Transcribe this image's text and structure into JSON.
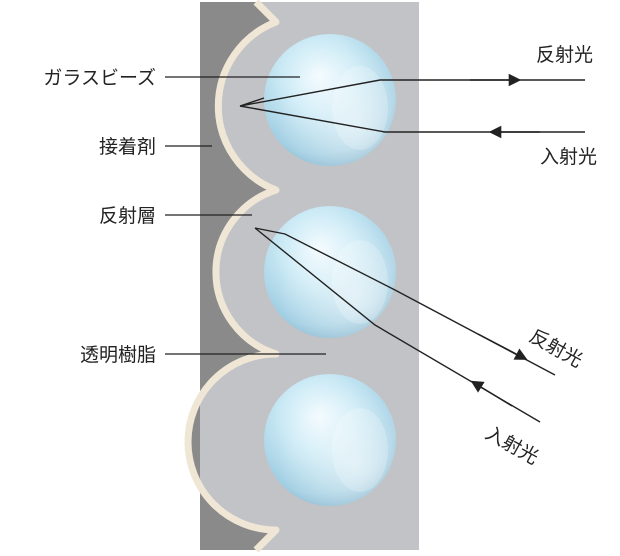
{
  "labels": {
    "glass_beads": "ガラスビーズ",
    "adhesive": "接着剤",
    "reflective_layer": "反射層",
    "transparent_resin": "透明樹脂",
    "reflected_light_top": "反射光",
    "incident_light_top": "入射光",
    "reflected_light_bottom": "反射光",
    "incident_light_bottom": "入射光"
  },
  "colors": {
    "adhesive": "#8a8a8a",
    "resin": "#c2c3c7",
    "reflective_layer": "#efe6d6",
    "bead_light": "#eef8fd",
    "bead_mid": "#b9e0ef",
    "bead_dark": "#6fa6c0",
    "line": "#222222"
  }
}
